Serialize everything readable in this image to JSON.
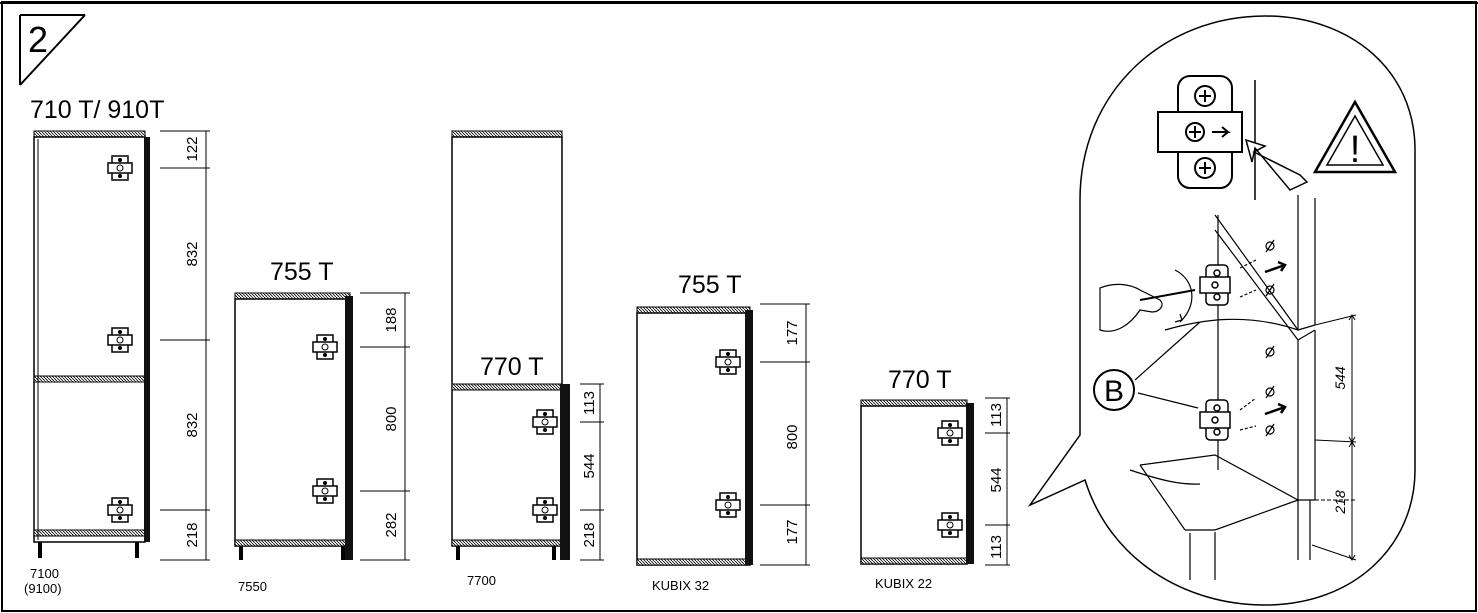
{
  "step_number": "2",
  "cabinets": [
    {
      "model_label": "710 T/ 910T",
      "code": "7100",
      "code_alt": "(9100)",
      "dimensions": [
        "122",
        "832",
        "832",
        "218"
      ]
    },
    {
      "model_label": "755 T",
      "code": "7550",
      "dimensions": [
        "188",
        "800",
        "282"
      ]
    },
    {
      "model_label": "770 T",
      "code": "7700",
      "dimensions": [
        "113",
        "544",
        "218"
      ]
    },
    {
      "model_label": "755 T",
      "code": "KUBIX 32",
      "dimensions": [
        "177",
        "800",
        "177"
      ]
    },
    {
      "model_label": "770 T",
      "code": "KUBIX 22",
      "dimensions": [
        "113",
        "544",
        "113"
      ]
    }
  ],
  "detail": {
    "callout_letter": "B",
    "warning_symbol": "!",
    "dimensions": [
      "544",
      "218"
    ]
  }
}
